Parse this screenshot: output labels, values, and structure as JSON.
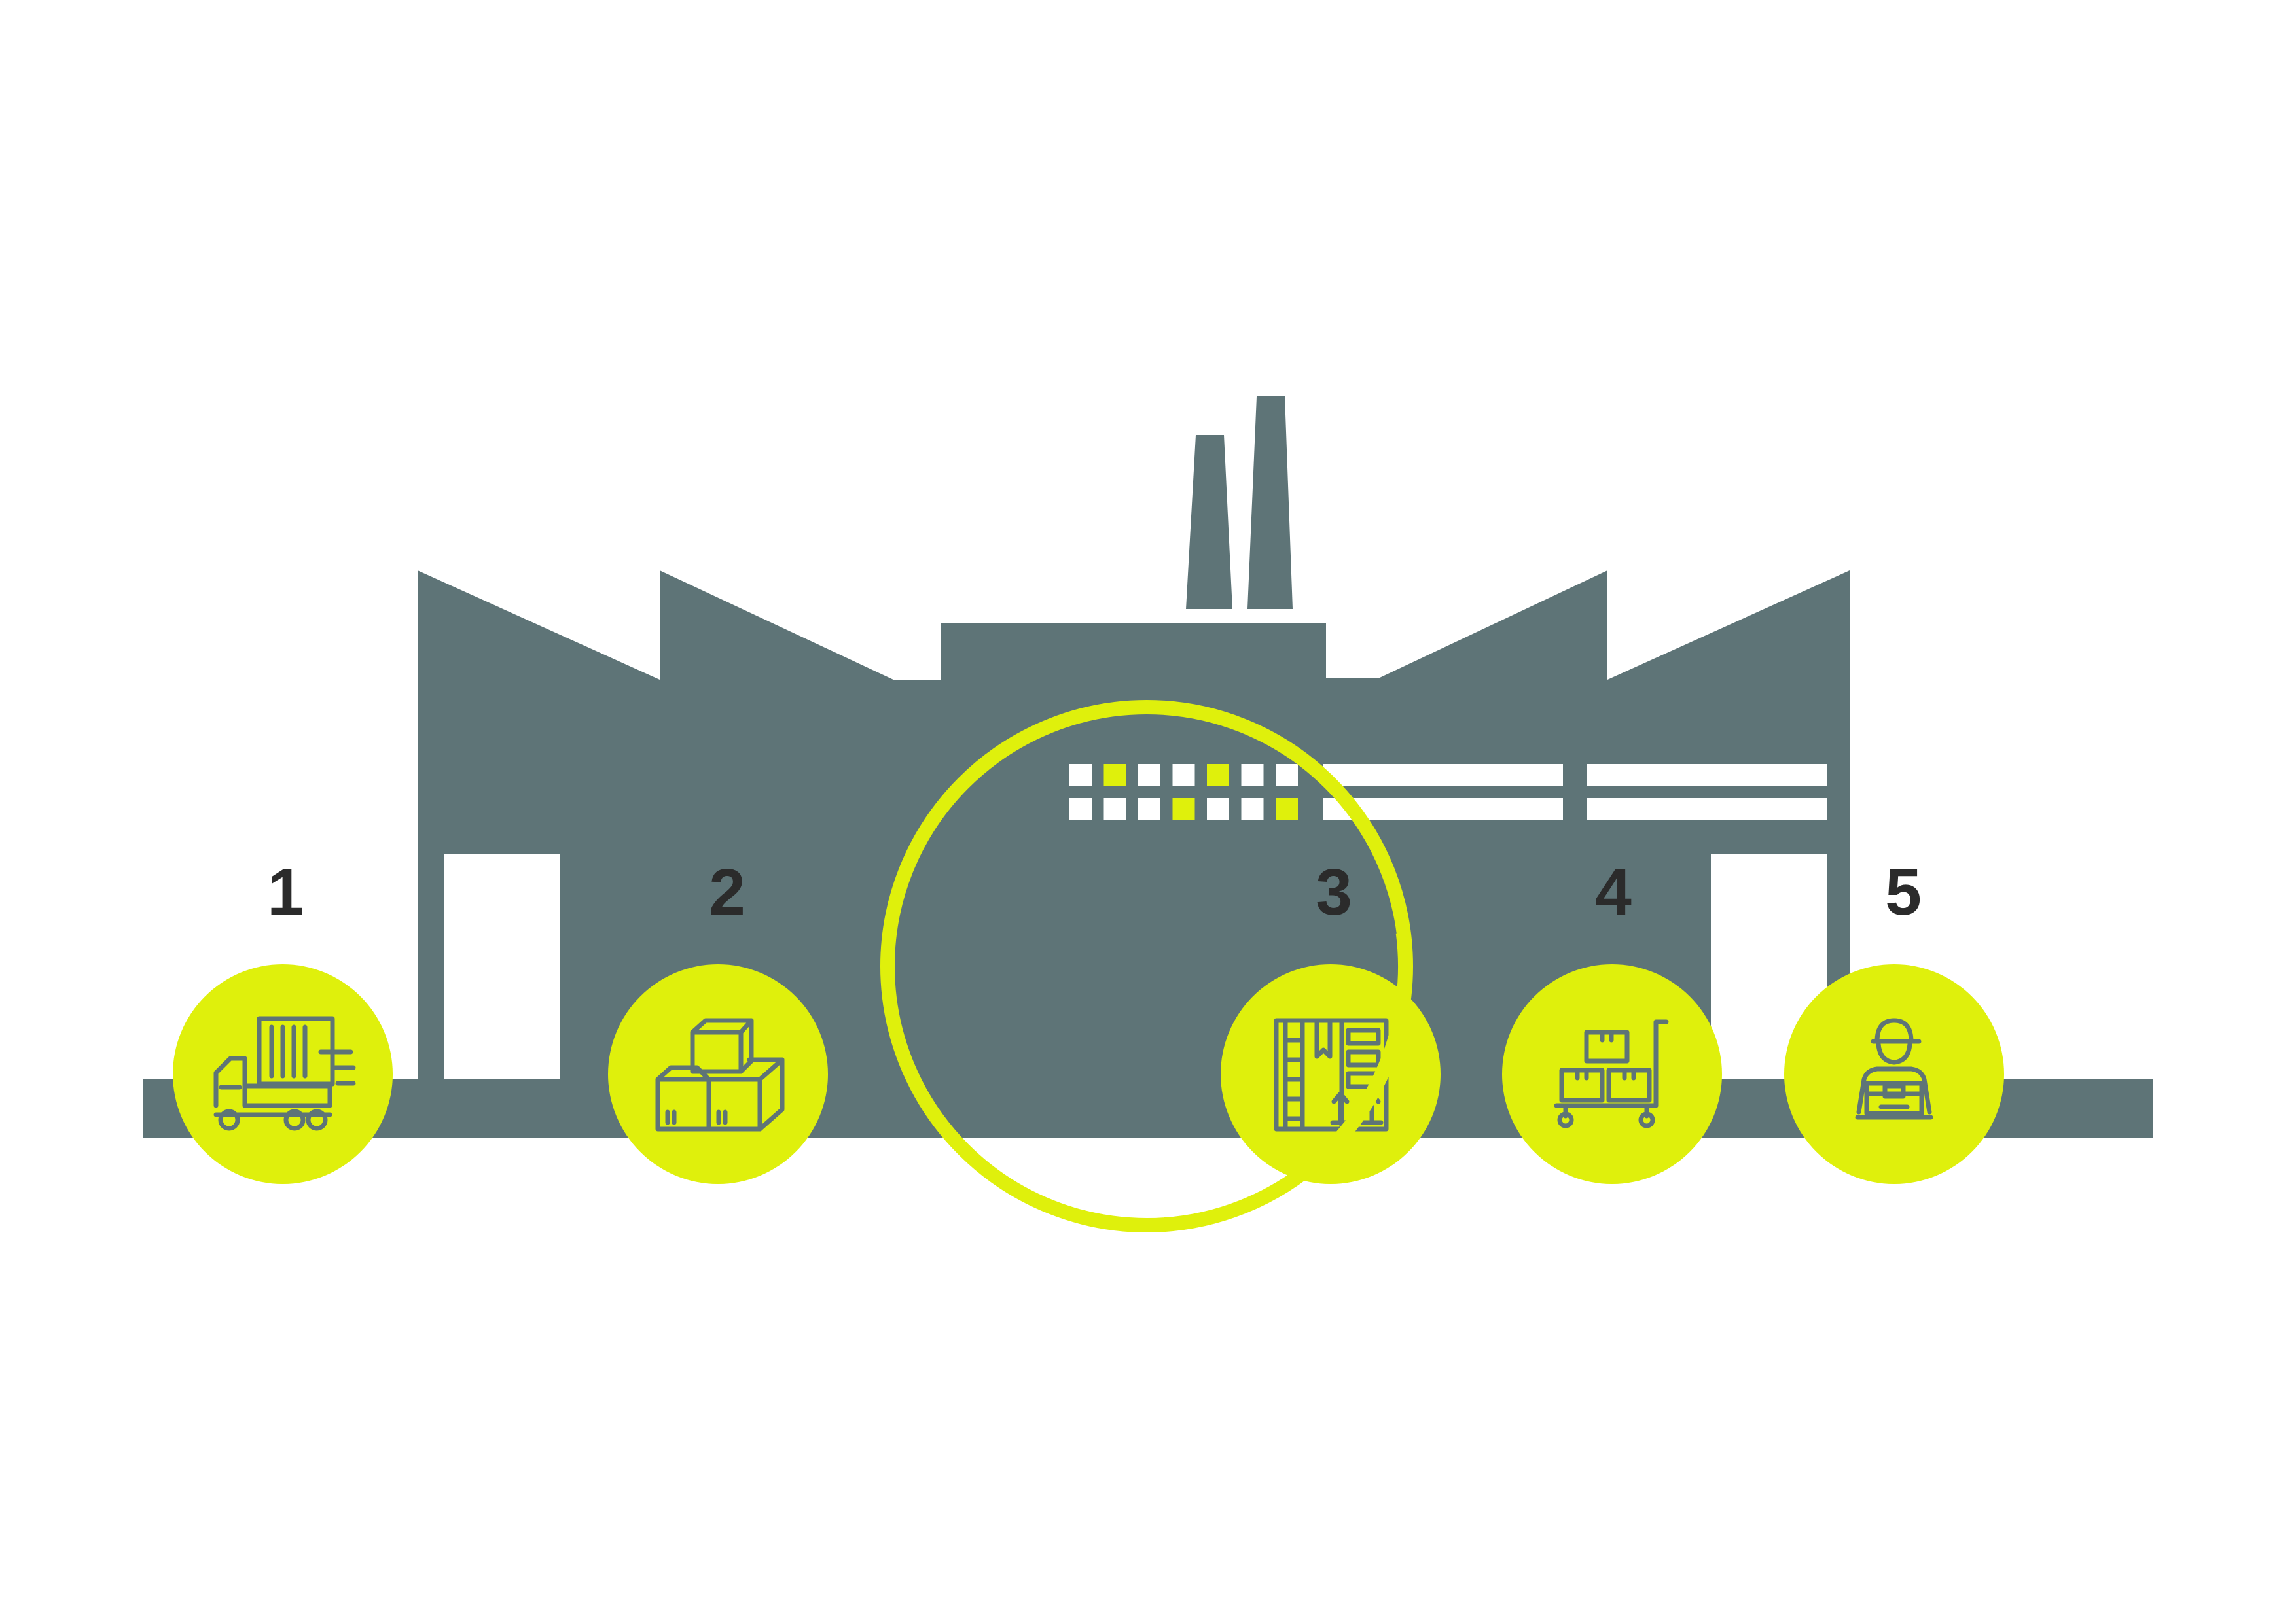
{
  "colors": {
    "building": "#5e7477",
    "accent": "#dff00c",
    "window": "#ffffff",
    "background": "#ffffff",
    "icon": "#5e7477",
    "number": "#2b2b2b"
  },
  "steps": [
    {
      "number": "1",
      "icon": "truck-container-icon"
    },
    {
      "number": "2",
      "icon": "stacked-boxes-icon"
    },
    {
      "number": "3",
      "icon": "warehouse-rack-icon"
    },
    {
      "number": "4",
      "icon": "hand-cart-boxes-icon"
    },
    {
      "number": "5",
      "icon": "delivery-worker-icon"
    }
  ],
  "window_pattern": {
    "top_row_highlights": [
      1,
      4
    ],
    "bottom_row_highlights": [
      3,
      6
    ]
  }
}
